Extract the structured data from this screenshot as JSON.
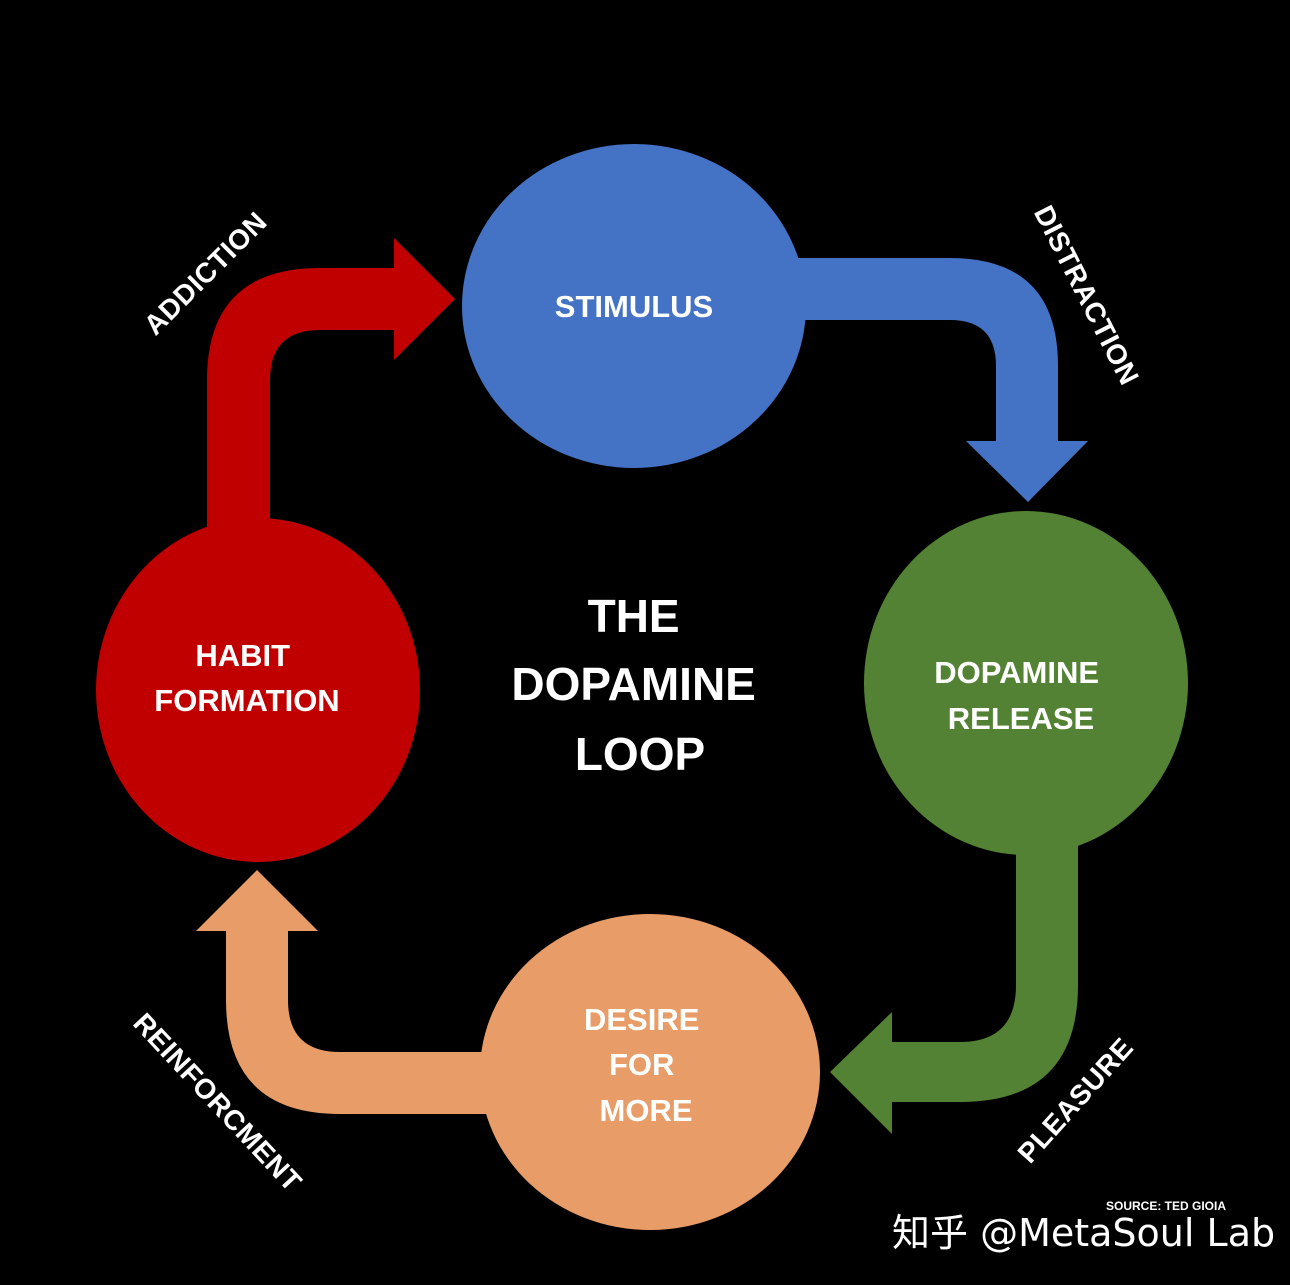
{
  "title": {
    "lines": [
      "THE",
      "DOPAMINE",
      "LOOP"
    ]
  },
  "nodes": [
    {
      "id": "stimulus",
      "lines": [
        "STIMULUS"
      ],
      "color": "#4472c4"
    },
    {
      "id": "dopamine-release",
      "lines": [
        "DOPAMINE",
        "RELEASE"
      ],
      "color": "#548235"
    },
    {
      "id": "desire-for-more",
      "lines": [
        "DESIRE",
        "FOR",
        "MORE"
      ],
      "color": "#e89c67"
    },
    {
      "id": "habit-formation",
      "lines": [
        "HABIT",
        "FORMATION"
      ],
      "color": "#c00000"
    }
  ],
  "edges": [
    {
      "id": "distraction",
      "label": "DISTRACTION",
      "from": "stimulus",
      "to": "dopamine-release",
      "color": "#4472c4"
    },
    {
      "id": "pleasure",
      "label": "PLEASURE",
      "from": "dopamine-release",
      "to": "desire-for-more",
      "color": "#548235"
    },
    {
      "id": "reinforcment",
      "label": "REINFORCMENT",
      "from": "desire-for-more",
      "to": "habit-formation",
      "color": "#e89c67"
    },
    {
      "id": "addiction",
      "label": "ADDICTION",
      "from": "habit-formation",
      "to": "stimulus",
      "color": "#c00000"
    }
  ],
  "source": "SOURCE: TED GIOIA",
  "watermark": "知乎 @MetaSoul Lab"
}
